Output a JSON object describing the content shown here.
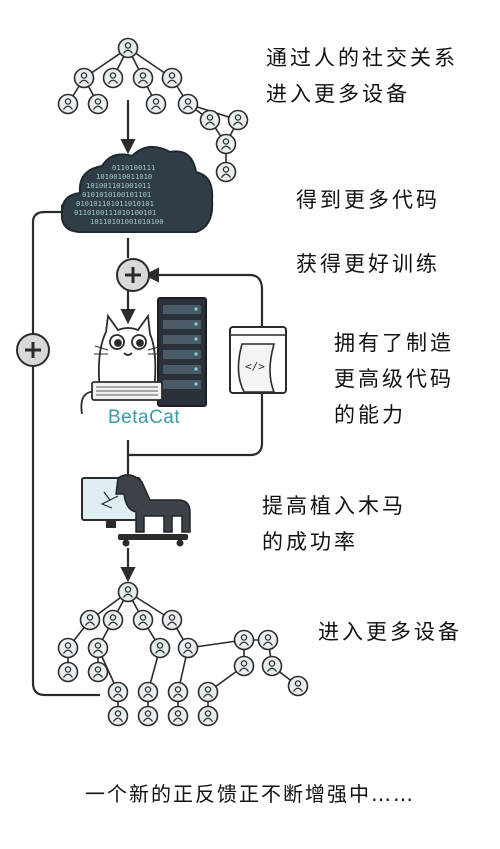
{
  "labels": {
    "step1": "通过人的社交关系\n进入更多设备",
    "step2": "得到更多代码",
    "step3": "获得更好训练",
    "step4": "拥有了制造\n更高级代码\n的能力",
    "step5": "提高植入木马\n的成功率",
    "step6": "进入更多设备"
  },
  "betacat_label": "BetaCat",
  "code_tag": "</>",
  "footer": "一个新的正反馈正不断增强中……",
  "cloud_bits": [
    "0110100111",
    "1010010011010",
    "101001101001011",
    "0101010100101101",
    "010101101011010101",
    "0110100111010100101",
    "10110101001010100"
  ],
  "colors": {
    "line": "#2b2b2b",
    "person_fill": "#e8eef0",
    "person_icon": "#2b2b2b",
    "cloud": "#2f3d46",
    "cloud_text": "#9fc9d1",
    "plus_badge": "#d9d9d9",
    "accent": "#3a9aa8"
  }
}
